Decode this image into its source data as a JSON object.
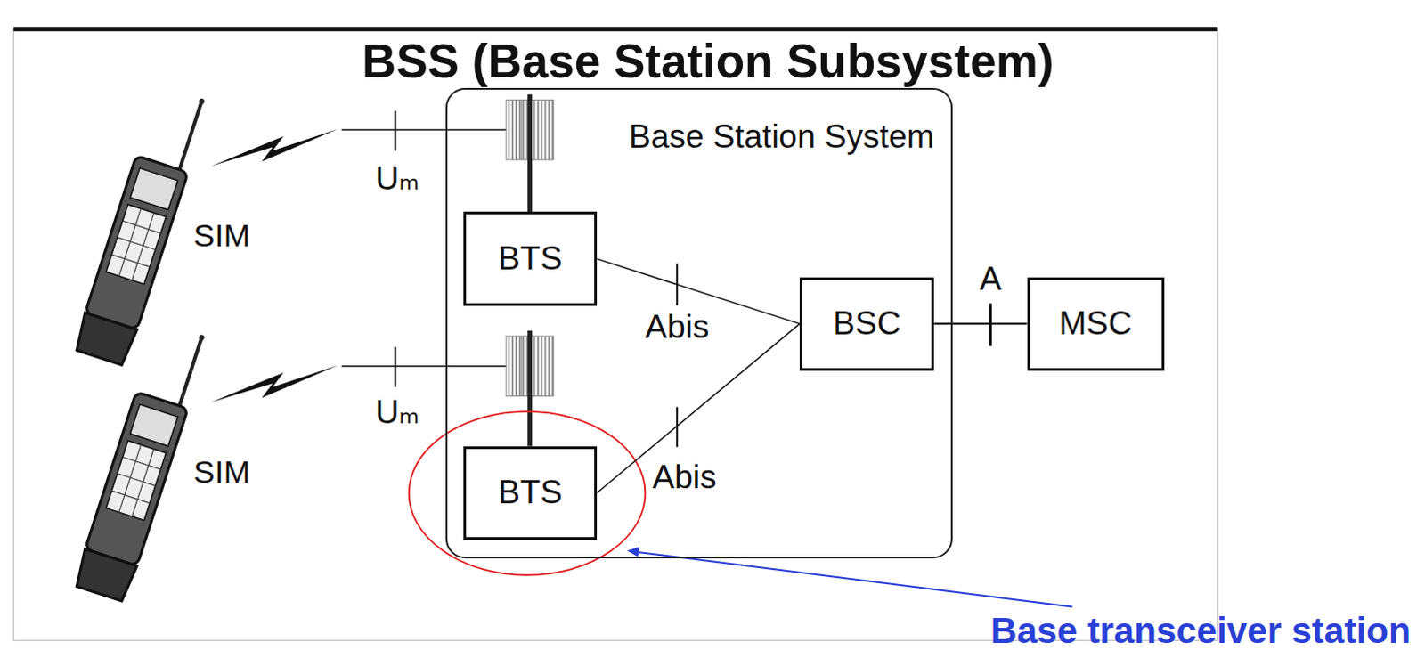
{
  "diagram": {
    "title": "BSS (Base Station Subsystem)",
    "nodes": [
      {
        "text": [
          "Base Station System"
        ]
      },
      {
        "text": [
          "BTS"
        ],
        "in": 0
      },
      {
        "text": [
          "BTS"
        ],
        "in": 0
      },
      {
        "text": [
          "BSC"
        ],
        "in": 0
      },
      {
        "text": [
          "MSC"
        ]
      }
    ],
    "edges": [
      {
        "from": 1,
        "to": 3,
        "label": "Abis",
        "arrow": "none"
      },
      {
        "from": 2,
        "to": 3,
        "label": "Abis",
        "arrow": "none"
      },
      {
        "from": 3,
        "to": 4,
        "label": "A",
        "arrow": "none"
      }
    ],
    "labels": [
      "Uₘ",
      "SIM",
      "Uₘ",
      "SIM",
      "Base transceiver station"
    ]
  }
}
